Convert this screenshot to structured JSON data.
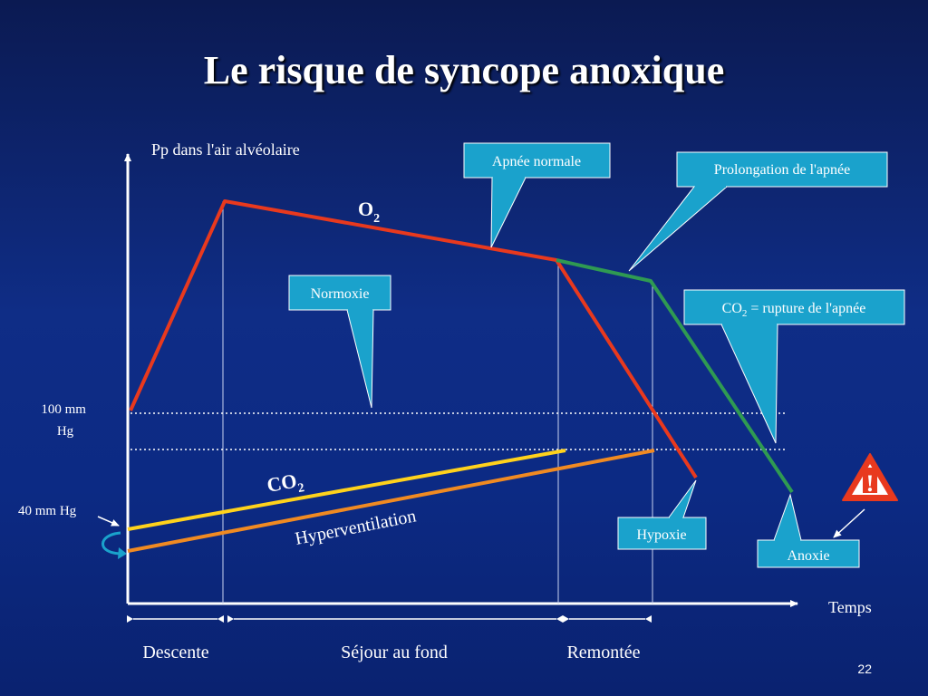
{
  "title": "Le risque de  syncope anoxique",
  "slide_number": "22",
  "colors": {
    "o2_line": "#e8391e",
    "co2_line": "#ffd21c",
    "hyper_line": "#f08a22",
    "prolonged_line": "#2f9a52",
    "callout_fill": "#1aa2cc",
    "warning": "#e8391e"
  },
  "labels": {
    "y_axis": "Pp dans l'air alvéolaire",
    "x_axis": "Temps",
    "level_100_line1": "100 mm",
    "level_100_line2": "Hg",
    "level_40": "40 mm Hg",
    "o2_main": "O",
    "o2_sub": "2",
    "co2_main": "CO",
    "co2_sub": "2",
    "hyperventilation": "Hyperventilation",
    "warning_symbol": "!"
  },
  "phases": {
    "descente": "Descente",
    "sejour": "Séjour au fond",
    "remontee": "Remontée"
  },
  "callouts": {
    "apnee_normale": "Apnée normale",
    "prolongation": "Prolongation de l'apnée",
    "normoxie": "Normoxie",
    "co2_rupture_main": "CO",
    "co2_rupture_sub": "2",
    "co2_rupture_rest": " = rupture de l'apnée",
    "hypoxie": "Hypoxie",
    "anoxie": "Anoxie"
  }
}
